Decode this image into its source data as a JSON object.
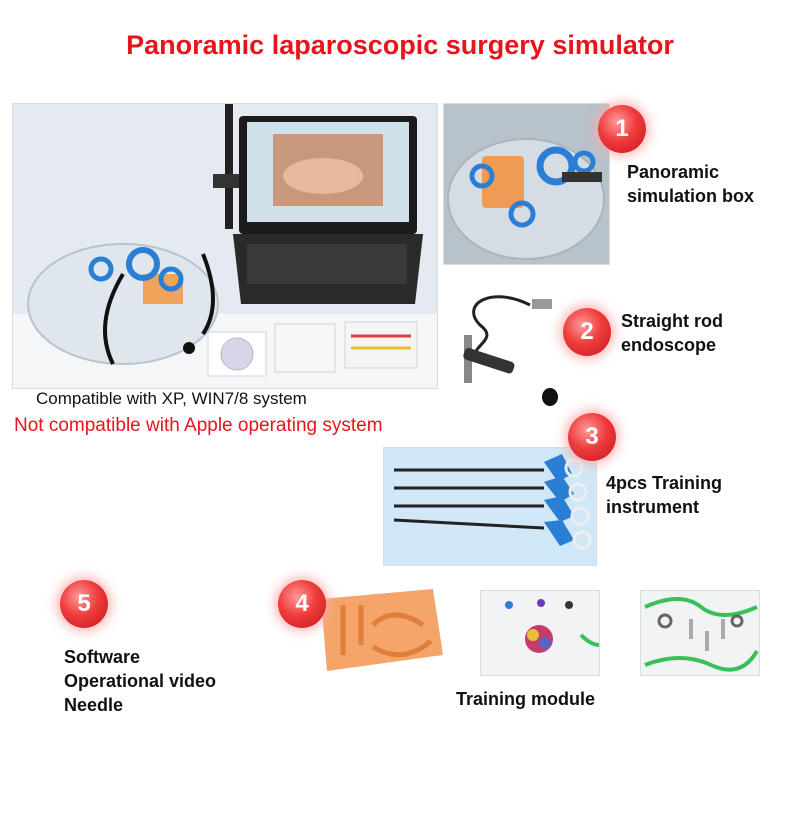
{
  "title": "Panoramic laparoscopic surgery simulator",
  "compatibility": {
    "supported": "Compatible with XP, WIN7/8 system",
    "unsupported": "Not compatible with Apple operating system"
  },
  "items": [
    {
      "number": "1",
      "line1": "Panoramic",
      "line2": "simulation box"
    },
    {
      "number": "2",
      "line1": "Straight rod",
      "line2": "endoscope"
    },
    {
      "number": "3",
      "line1": "4pcs Training",
      "line2": "instrument"
    },
    {
      "number": "4",
      "label": "Training module"
    },
    {
      "number": "5",
      "lines": [
        "Software",
        "Operational video",
        "Needle"
      ]
    }
  ],
  "colors": {
    "title": "#e8141c",
    "badge": "#e53030",
    "ring": "#2a7fd4"
  }
}
